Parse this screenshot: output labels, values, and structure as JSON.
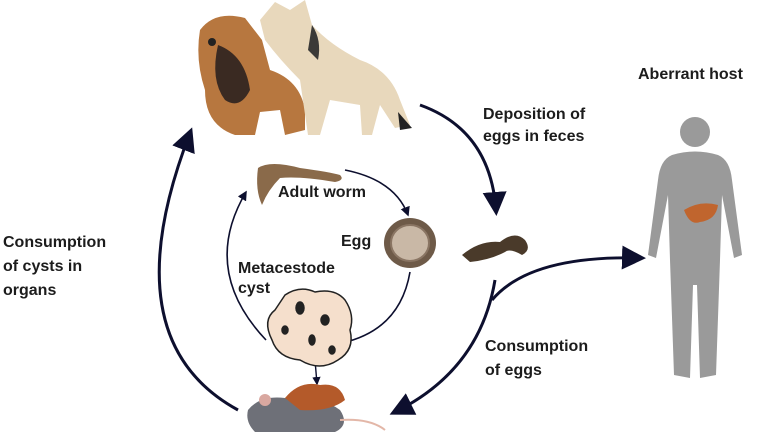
{
  "labels": {
    "aberrant_host": "Aberrant host",
    "deposition": [
      "Deposition of",
      "eggs in feces"
    ],
    "adult_worm": "Adult worm",
    "egg": "Egg",
    "metacestode": [
      "Metacestode",
      "cyst"
    ],
    "consumption_cysts": [
      "Consumption",
      "of cysts in",
      "organs"
    ],
    "consumption_eggs": [
      "Consumption",
      "of eggs"
    ]
  },
  "colors": {
    "arrow": "#0d0f2e",
    "human": "#9a9a9a",
    "liver": "#c0652e",
    "cyst": "#f5dfcc",
    "worm": "#8a6a4a",
    "rodent": "#6e7078"
  }
}
